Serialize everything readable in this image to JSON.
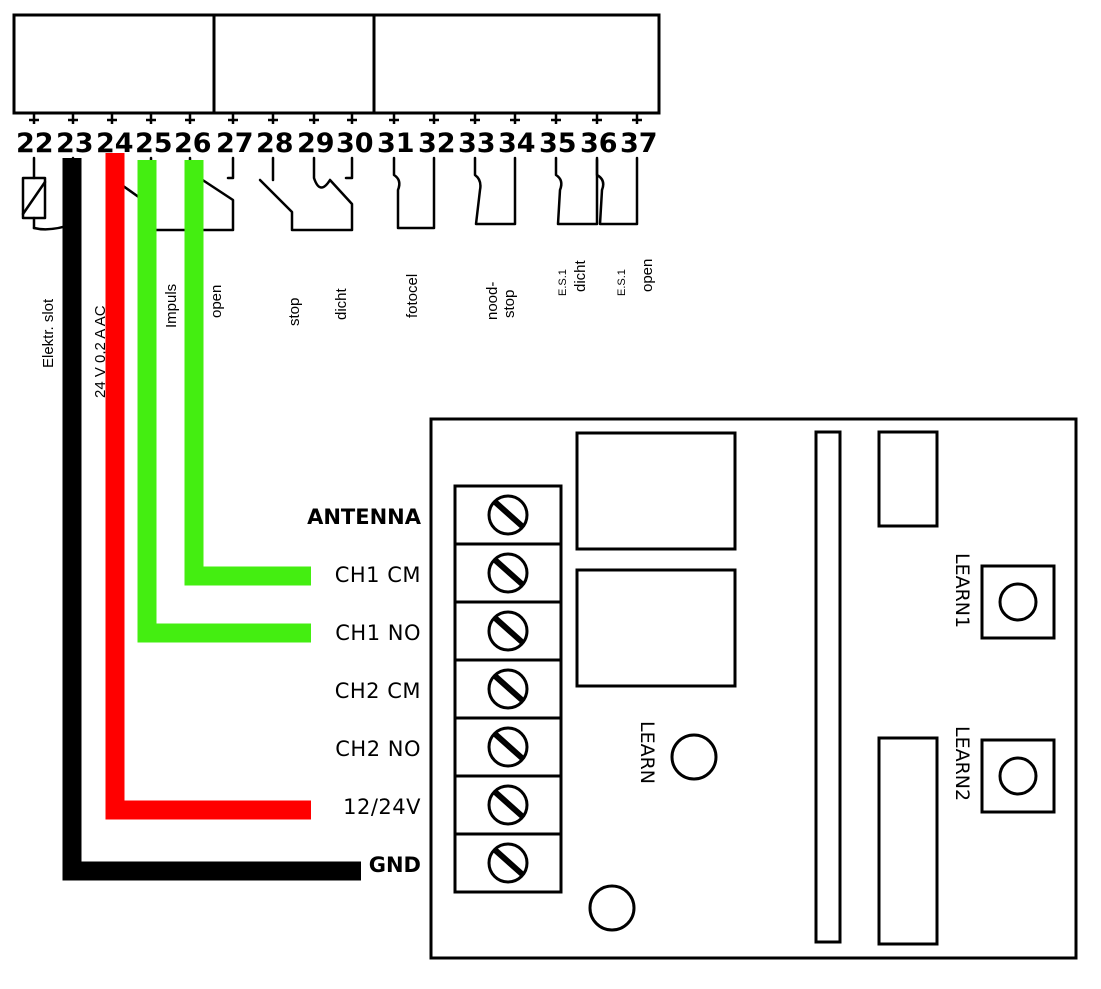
{
  "controller": {
    "terminal_numbers": [
      "22",
      "23",
      "24",
      "25",
      "26",
      "27",
      "28",
      "29",
      "30",
      "31",
      "32",
      "33",
      "34",
      "35",
      "36",
      "37"
    ],
    "function_labels": {
      "elektr_slot": "Elektr. slot",
      "supply": "24 V 0,2 A AC",
      "impuls": "Impuls",
      "open": "open",
      "stop": "stop",
      "dicht": "dicht",
      "fotocel": "fotocel",
      "noodstop_1": "nood-",
      "noodstop_2": "stop",
      "es_dicht_1": "E.S.1",
      "es_dicht_2": "dicht",
      "es_open_1": "E.S.1",
      "es_open_2": "open"
    }
  },
  "receiver": {
    "terminals": [
      "ANTENNA",
      "CH1 CM",
      "CH1 NO",
      "CH2 CM",
      "CH2 NO",
      "12/24V",
      "GND"
    ],
    "learn_buttons": {
      "learn": "LEARN",
      "learn1": "LEARN1",
      "learn2": "LEARN2"
    }
  },
  "wires": {
    "black": "#000000",
    "red": "#ff0000",
    "green": "#44ee11"
  }
}
